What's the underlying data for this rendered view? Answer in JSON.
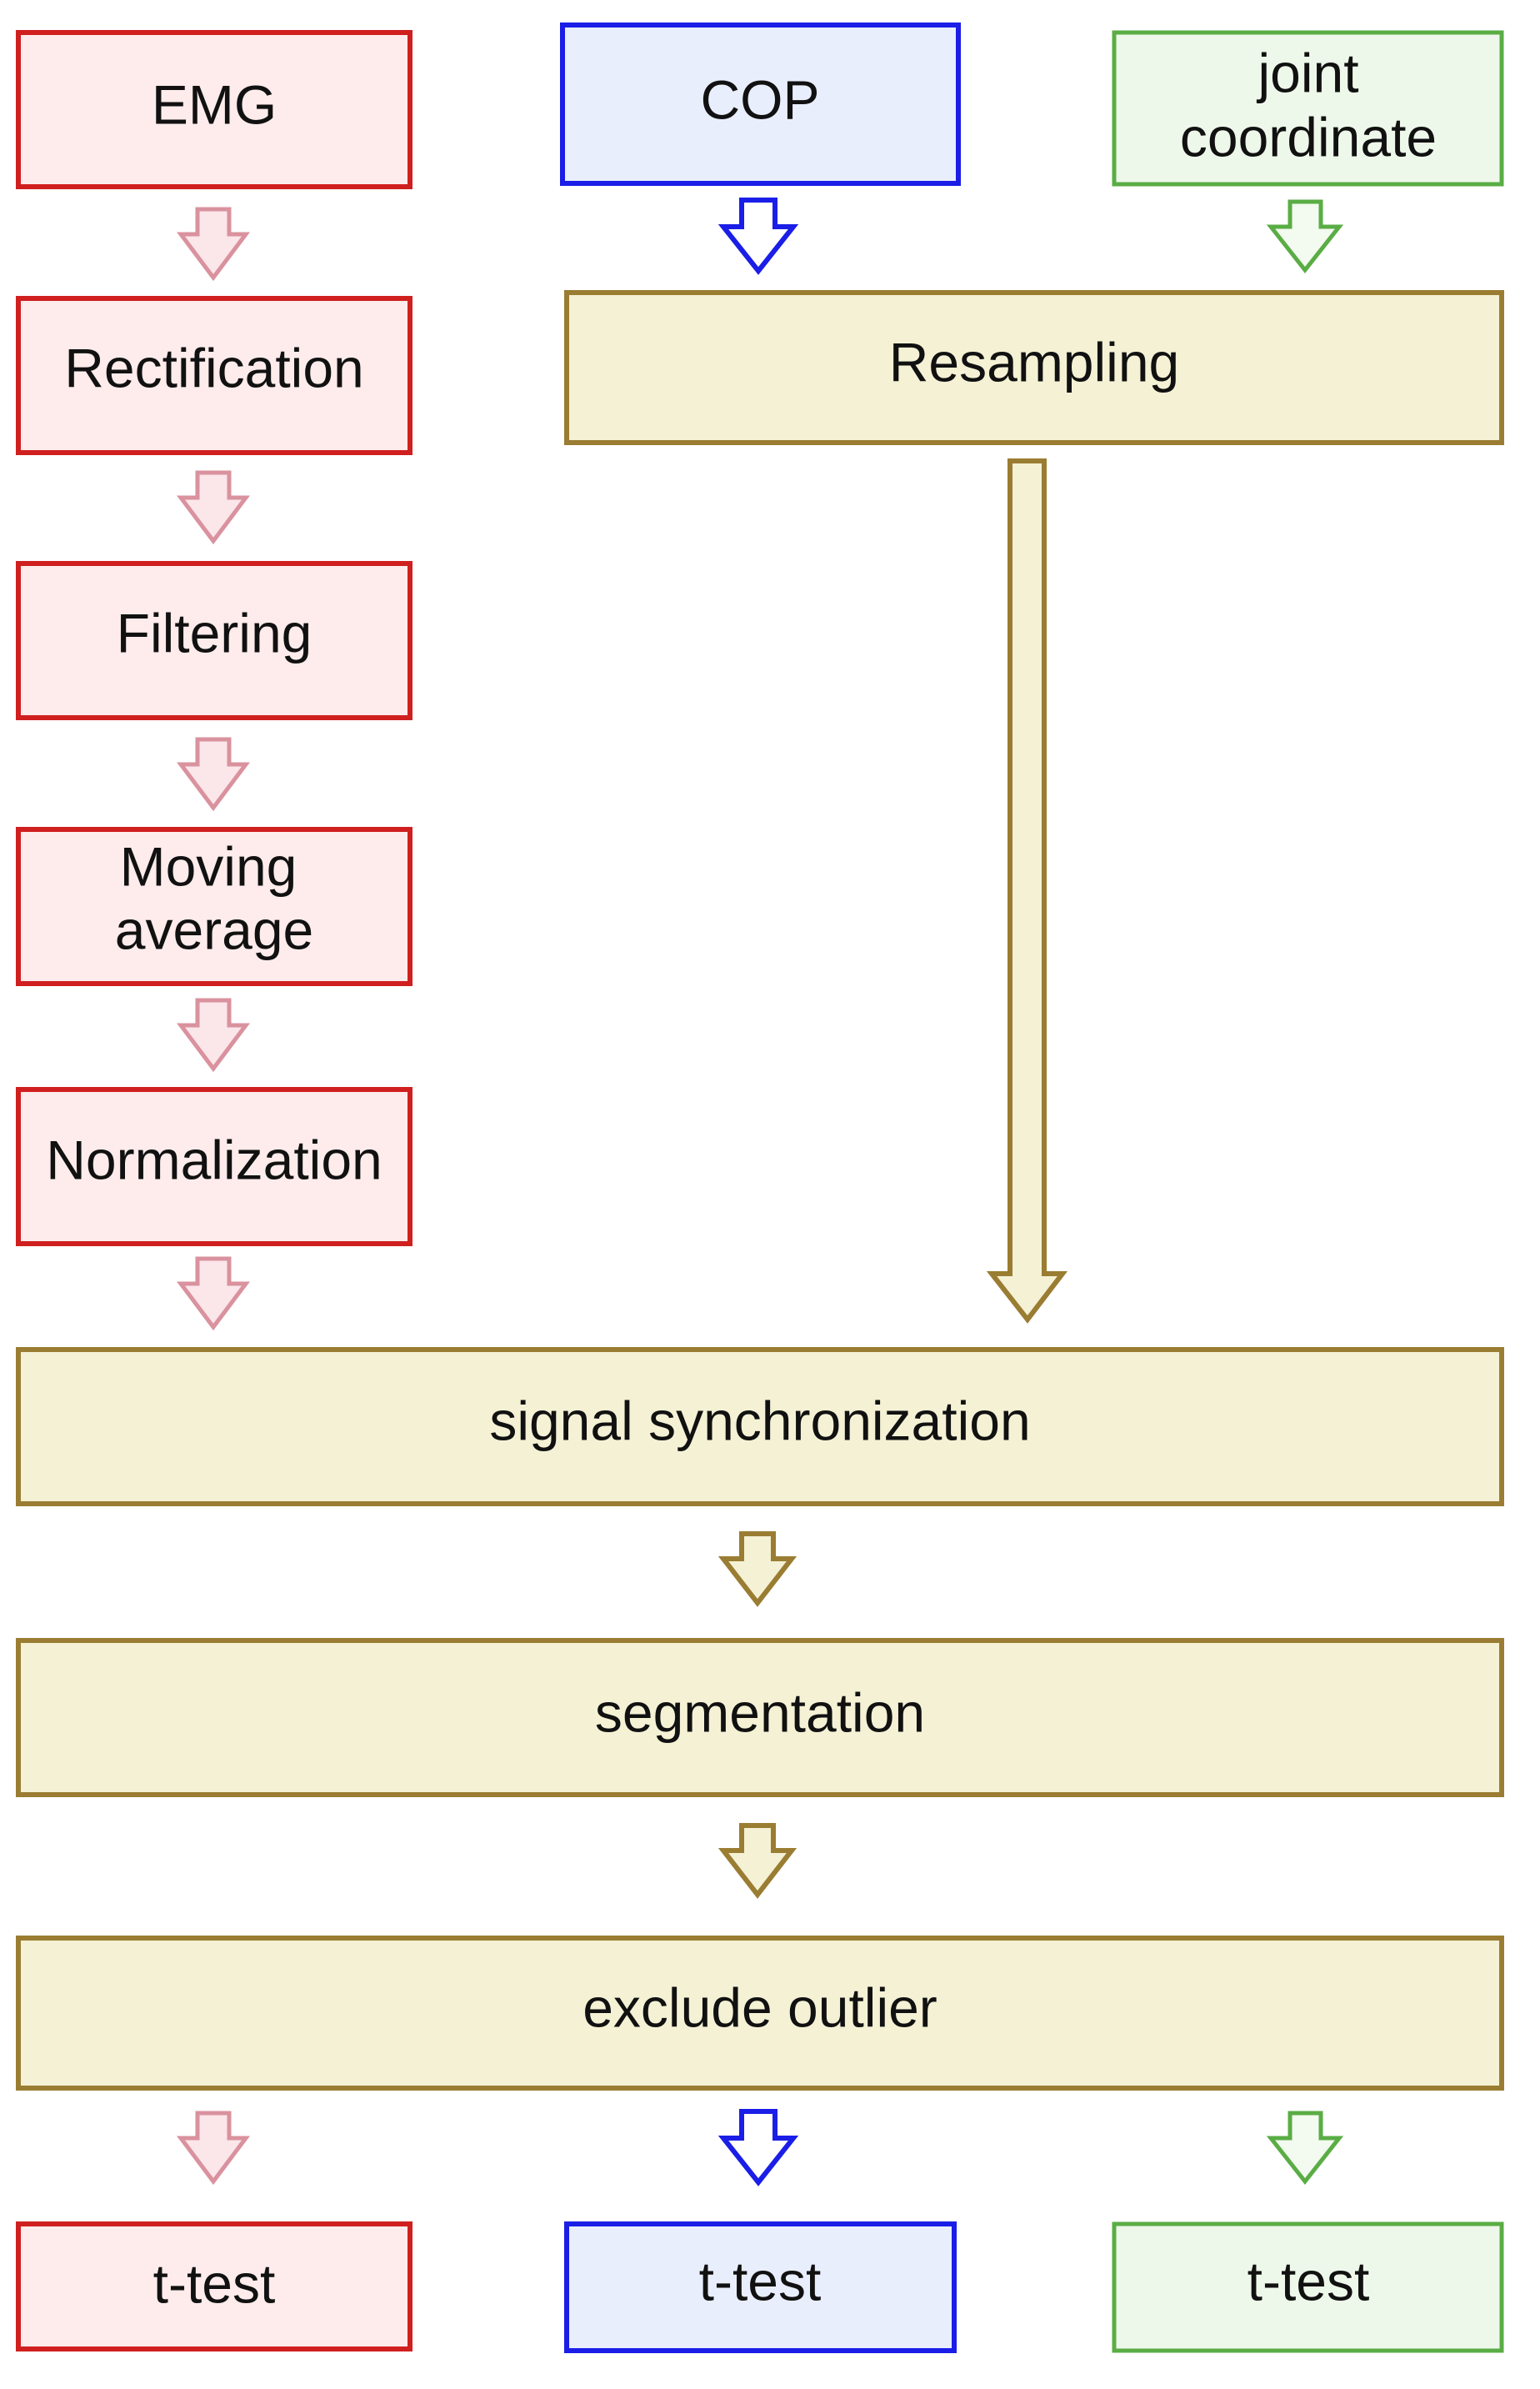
{
  "colors": {
    "emg_fill": "#fdeceb",
    "emg_stroke": "#d01f1f",
    "emg_arrow_fill": "#fbe6ea",
    "emg_arrow_stroke": "#d9929e",
    "cop_fill": "#e9eefd",
    "cop_stroke": "#1a1ee6",
    "cop_arrow_fill": "#ffffff",
    "cop_arrow_stroke": "#1a1ee6",
    "joint_fill": "#eef8ea",
    "joint_stroke": "#5aad45",
    "joint_arrow_fill": "#f3faef",
    "joint_arrow_stroke": "#5aad45",
    "shared_fill": "#f4f1d5",
    "shared_stroke": "#9a7d32"
  },
  "nodes": {
    "emg": "EMG",
    "cop": "COP",
    "joint_line1": "joint",
    "joint_line2": "coordinate",
    "rectification": "Rectification",
    "resampling": "Resampling",
    "filtering": "Filtering",
    "moving_line1": "Moving",
    "moving_line2": "average",
    "normalization": "Normalization",
    "signal_sync": "signal synchronization",
    "segmentation": "segmentation",
    "exclude_outlier": "exclude outlier",
    "ttest_emg": "t-test",
    "ttest_cop": "t-test",
    "ttest_joint": "t-test"
  }
}
